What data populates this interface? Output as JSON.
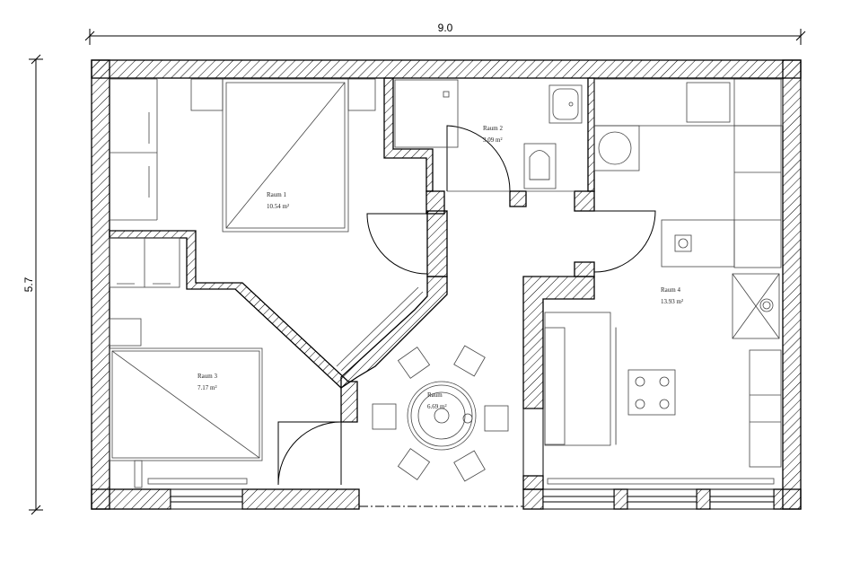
{
  "dimensions": {
    "width_label": "9.0",
    "height_label": "5.7"
  },
  "rooms": [
    {
      "name": "Raum 1",
      "area": "10.54 m²"
    },
    {
      "name": "Raum 2",
      "area": "3.09 m²"
    },
    {
      "name": "Raum 3",
      "area": "7.17 m²"
    },
    {
      "name": "Raum 4",
      "area": "13.93 m²"
    },
    {
      "name": "Raum",
      "area": "6.69 m²"
    }
  ]
}
